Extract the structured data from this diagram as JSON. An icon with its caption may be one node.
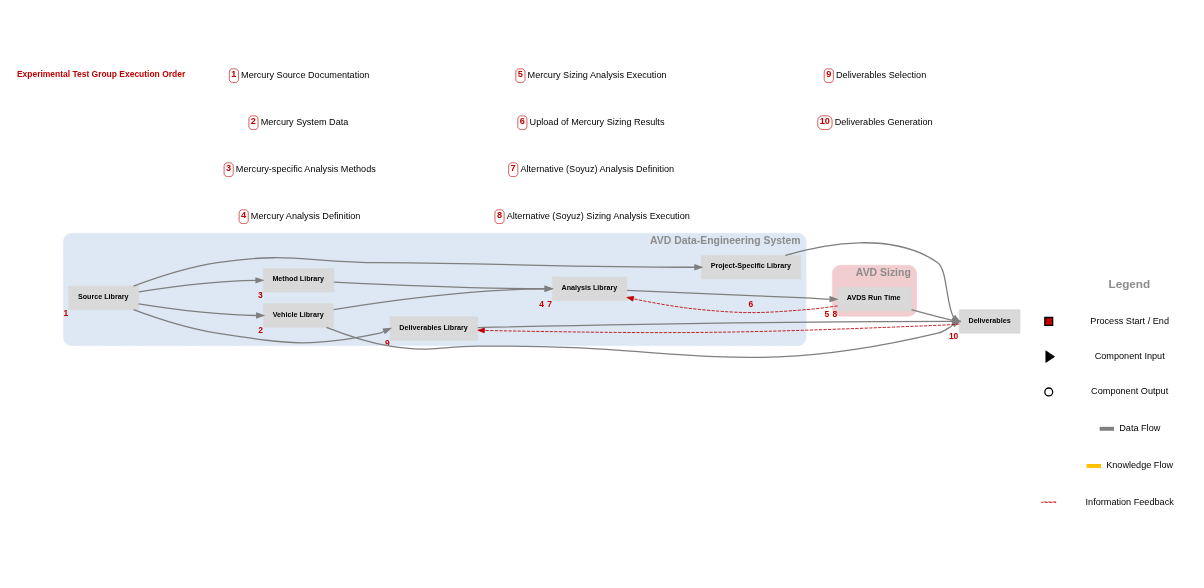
{
  "diagram": {
    "nodes": [
      {
        "text": [
          "AVD Data-Engineering System"
        ]
      },
      {
        "text": [
          "Source Library"
        ],
        "in": 0,
        "beside": [
          "1"
        ]
      },
      {
        "text": [
          "Vehicle Library"
        ],
        "in": 0,
        "beside": [
          "2"
        ]
      },
      {
        "text": [
          "Method Library"
        ],
        "in": 0,
        "beside": [
          "3"
        ]
      },
      {
        "text": [
          "Analysis Library"
        ],
        "in": 0,
        "beside": [
          "4",
          "7"
        ]
      },
      {
        "text": [
          "Deliverables Library"
        ],
        "in": 0,
        "beside": [
          "9"
        ]
      },
      {
        "text": [
          "Project-Specific Library"
        ],
        "in": 0
      },
      {
        "text": [
          "AVD Sizing"
        ]
      },
      {
        "text": [
          "AVDS Run Time"
        ],
        "in": 7,
        "beside": [
          "5",
          "8"
        ]
      },
      {
        "text": [
          "Deliverables"
        ],
        "beside": [
          "10"
        ]
      }
    ],
    "edges": [
      {
        "from": 1,
        "to": 2,
        "arrow": "to"
      },
      {
        "from": 1,
        "to": 3,
        "arrow": "to"
      },
      {
        "from": 1,
        "to": 5,
        "arrow": "to"
      },
      {
        "from": 1,
        "to": 6,
        "arrow": "to"
      },
      {
        "from": 2,
        "to": 4,
        "arrow": "to"
      },
      {
        "from": 3,
        "to": 4,
        "arrow": "to"
      },
      {
        "from": 4,
        "to": 8,
        "arrow": "to"
      },
      {
        "from": 2,
        "to": 9,
        "arrow": "to"
      },
      {
        "from": 8,
        "to": 9,
        "arrow": "to"
      },
      {
        "from": 5,
        "to": 9,
        "arrow": "to"
      },
      {
        "from": 6,
        "to": 9,
        "arrow": "to"
      },
      {
        "from": 8,
        "to": 4,
        "arrow": "to",
        "label": "6",
        "style": "dashed",
        "color": "#c00000"
      },
      {
        "from": 9,
        "to": 5,
        "arrow": "to",
        "style": "dashed",
        "color": "#c00000"
      }
    ],
    "labels": [
      "Legend",
      "Experimental Test Group Execution Order",
      "1",
      "Mercury Source Documentation",
      "2",
      "Mercury System Data",
      "3",
      "Mercury-specific Analysis Methods",
      "4",
      "Mercury Analysis Definition",
      "5",
      "Mercury Sizing Analysis Execution",
      "6",
      "Upload of Mercury Sizing Results",
      "7",
      "Alternative (Soyuz) Analysis Definition",
      "8",
      "Alternative (Soyuz) Sizing Analysis Execution",
      "9",
      "Deliverables Selection",
      "10",
      "Deliverables Generation"
    ],
    "legend": [
      {
        "text": "Process Start / End"
      },
      {
        "text": "Component Input"
      },
      {
        "text": "Component Output"
      },
      {
        "text": "Data Flow",
        "color": "#7f7f7f"
      },
      {
        "text": "Knowledge Flow",
        "color": "#ffc000"
      },
      {
        "text": "Information Feedback"
      }
    ]
  }
}
